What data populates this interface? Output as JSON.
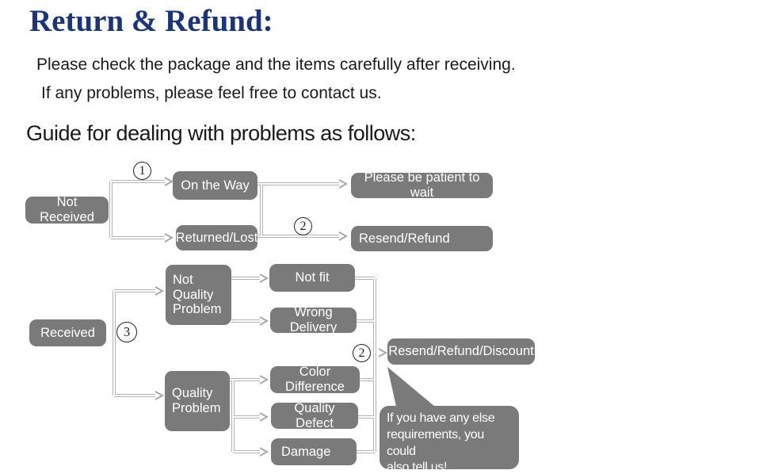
{
  "page": {
    "title": "Return & Refund:",
    "intro_line_1": "Please check the package and the items carefully after receiving.",
    "intro_line_2": "If any problems, please feel free to contact us.",
    "guide_heading": "Guide for dealing with problems as follows:"
  },
  "colors": {
    "title": "#1a3579",
    "text": "#1a1a1a",
    "box_bg": "#7a7a7a",
    "box_text": "#ffffff",
    "line": "#b3b3b3",
    "badge": "#222222"
  },
  "flowchart": {
    "nodes": [
      {
        "id": "not-received",
        "label": "Not Received"
      },
      {
        "id": "on-the-way",
        "label": "On the Way"
      },
      {
        "id": "returned-lost",
        "label": "Returned/Lost"
      },
      {
        "id": "please-wait",
        "label": "Please be patient to wait"
      },
      {
        "id": "resend-refund",
        "label": "Resend/Refund"
      },
      {
        "id": "received",
        "label": "Received"
      },
      {
        "id": "not-quality-problem",
        "label": "Not Quality Problem"
      },
      {
        "id": "not-fit",
        "label": "Not fit"
      },
      {
        "id": "wrong-delivery",
        "label": "Wrong Delivery"
      },
      {
        "id": "quality-problem",
        "label": "Quality Problem"
      },
      {
        "id": "color-difference",
        "label": "Color Difference"
      },
      {
        "id": "quality-defect",
        "label": "Quality Defect"
      },
      {
        "id": "damage",
        "label": "Damage"
      },
      {
        "id": "resend-refund-discount",
        "label": "Resend/Refund/Discount"
      }
    ],
    "badges": [
      {
        "id": "step-1",
        "symbol": "1"
      },
      {
        "id": "step-2-top",
        "symbol": "2"
      },
      {
        "id": "step-3",
        "symbol": "3"
      },
      {
        "id": "step-2-bottom",
        "symbol": "2"
      }
    ],
    "speech_bubble": "If you have any else\nrequirements, you could\nalso tell us!"
  }
}
